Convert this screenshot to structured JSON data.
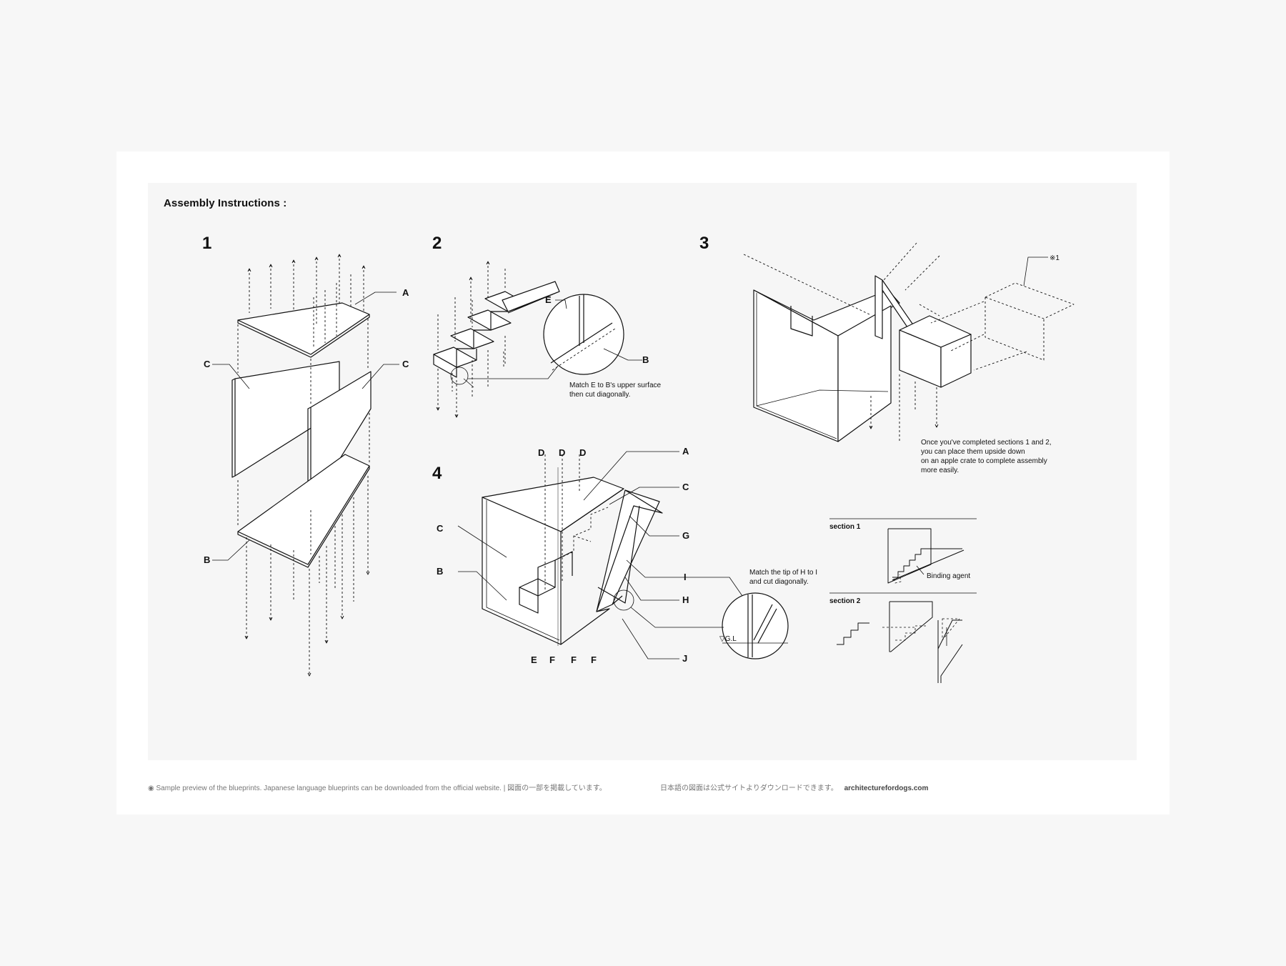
{
  "heading": "Assembly Instructions :",
  "steps": {
    "s1": "1",
    "s2": "2",
    "s3": "3",
    "s4": "4"
  },
  "labels": {
    "A": "A",
    "B": "B",
    "C": "C",
    "D": "D",
    "E": "E",
    "F": "F",
    "G": "G",
    "H": "H",
    "I": "I",
    "J": "J"
  },
  "notes": {
    "step2": [
      "Match E to B's upper surface",
      "then cut diagonally."
    ],
    "step3": [
      "Once  you've completed sections 1 and 2,",
      "you can place them upside down",
      "on an apple crate to complete assembly",
      "more easily."
    ],
    "step4": [
      "Match the tip of H to I",
      "and cut diagonally."
    ],
    "ref": "※1",
    "gl": "▽G.L"
  },
  "sections": {
    "s1": "section 1",
    "s2": "section 2",
    "binding": "Binding agent"
  },
  "footer": {
    "preview": "◉ Sample preview of the blueprints. Japanese language blueprints can be downloaded from the official website.  |   図面の一部を掲載しています。",
    "jp_download": "日本語の図面は公式サイトよりダウンロードできます。",
    "site": "architecturefordogs.com"
  }
}
